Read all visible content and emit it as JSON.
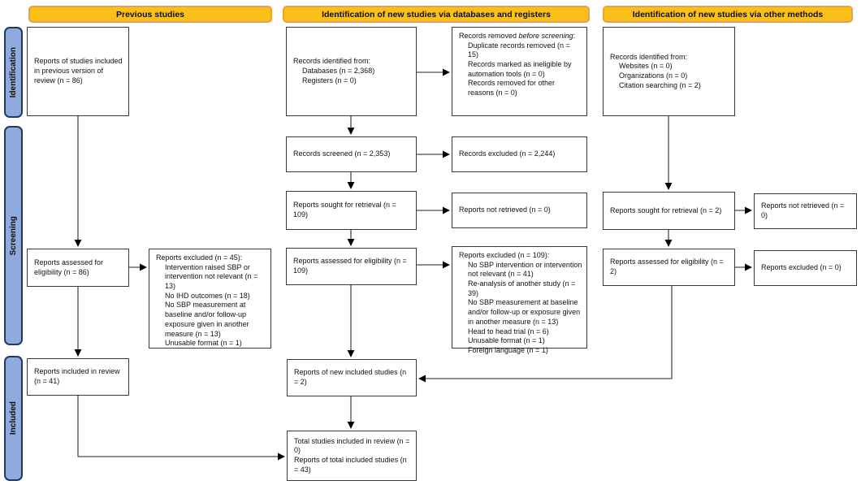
{
  "column_headers": [
    {
      "label": "Previous studies"
    },
    {
      "label": "Identification of new studies via databases and registers"
    },
    {
      "label": "Identification of new studies via other methods"
    }
  ],
  "stage_labels": {
    "identification": "Identification",
    "screening": "Screening",
    "included": "Included"
  },
  "boxes": {
    "prev_identified": {
      "text": "Reports of studies included in previous version of review (n = 86)"
    },
    "prev_assessed": {
      "text": "Reports assessed for eligibility (n = 86)"
    },
    "prev_excluded": {
      "title": "Reports excluded (n = 45):",
      "items": [
        "Intervention raised SBP or intervention not relevant (n = 13)",
        "No IHD outcomes (n = 18)",
        "No SBP measurement at baseline and/or follow-up exposure given in another measure (n = 13)",
        "Unusable format (n = 1)"
      ]
    },
    "prev_included": {
      "text": "Reports included in review (n = 41)"
    },
    "db_identified": {
      "title": "Records identified from:",
      "items": [
        "Databases (n = 2,368)",
        "Registers (n = 0)"
      ]
    },
    "db_removed": {
      "title_prefix": "Records removed ",
      "title_italic": "before screening",
      "title_suffix": ":",
      "items": [
        "Duplicate records removed (n = 15)",
        "Records marked as ineligible by automation tools (n = 0)",
        "Records removed for other reasons (n = 0)"
      ]
    },
    "db_screened": {
      "text": "Records screened (n = 2,353)"
    },
    "db_screen_excluded": {
      "text": "Records excluded (n = 2,244)"
    },
    "db_sought": {
      "text": "Reports sought for retrieval (n = 109)"
    },
    "db_not_retrieved": {
      "text": "Reports not retrieved (n = 0)"
    },
    "db_assessed": {
      "text": "Reports assessed for eligibility (n = 109)"
    },
    "db_excluded": {
      "title": "Reports excluded (n = 109):",
      "items": [
        "No SBP intervention or intervention not relevant (n = 41)",
        "Re-analysis of another study (n = 39)",
        "No SBP measurement at baseline and/or follow-up or exposure given in another measure (n = 13)",
        "Head to head trial (n = 6)",
        "Unusable format (n = 1)",
        "Foreign language (n = 1)"
      ]
    },
    "new_included": {
      "text": "Reports of new included studies (n = 2)"
    },
    "total_included": {
      "lines": [
        "Total studies included in review (n = 0)",
        "Reports of total included studies (n = 43)"
      ]
    },
    "other_identified": {
      "title": "Records identified from:",
      "items": [
        "Websites (n = 0)",
        "Organizations (n = 0)",
        "Citation searching (n = 2)"
      ]
    },
    "other_sought": {
      "text": "Reports sought for retrieval (n = 2)"
    },
    "other_not_retrieved": {
      "text": "Reports not retrieved (n = 0)"
    },
    "other_assessed": {
      "text": "Reports assessed for eligibility (n = 2)"
    },
    "other_excluded": {
      "text": "Reports excluded (n = 0)"
    }
  },
  "colors": {
    "header_fill": "#FCBF17",
    "header_border": "#E8A33D",
    "stage_fill": "#8FAADC",
    "stage_border": "#203864"
  }
}
